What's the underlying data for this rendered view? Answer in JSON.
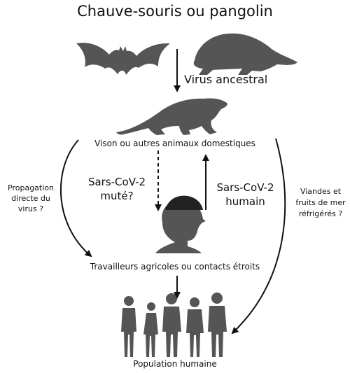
{
  "title": "Chauve-souris ou pangolin",
  "labels": {
    "virus_ancestral": "Virus ancestral",
    "vison": "Vison ou autres animaux domestiques",
    "sars_mute_line1": "Sars-CoV-2",
    "sars_mute_line2": "muté?",
    "sars_humain_line1": "Sars-CoV-2",
    "sars_humain_line2": "humain",
    "propagation": "Propagation directe du virus ?",
    "viandes": "Viandes et fruits de mer réfrigérés ?",
    "travailleurs": "Travailleurs agricoles ou contacts étroits",
    "population": "Population humaine"
  },
  "icons": {
    "bat": "bat-icon",
    "pangolin": "pangolin-icon",
    "mink": "mink-icon",
    "worker": "worker-head-icon",
    "people": "people-group-icon"
  },
  "colors": {
    "silhouette": "#555555",
    "arrow": "#111111",
    "text": "#111111"
  }
}
